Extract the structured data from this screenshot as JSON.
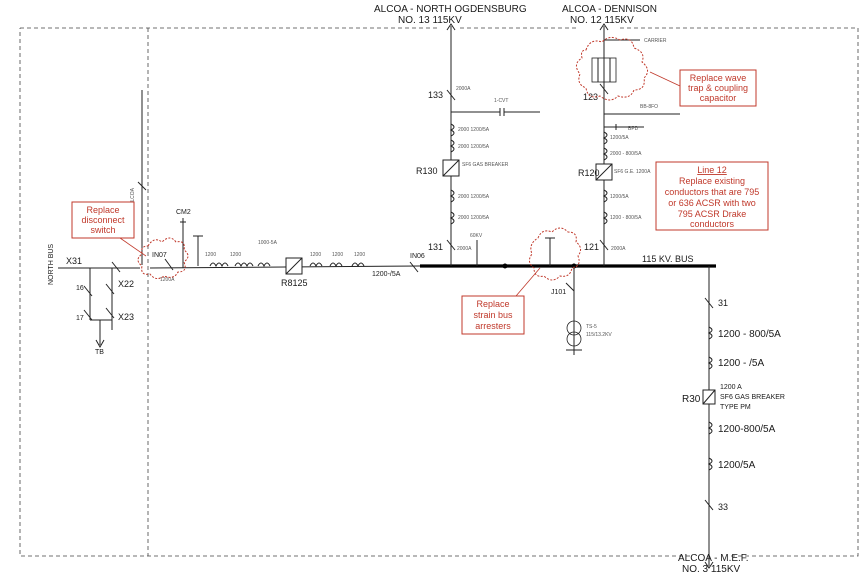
{
  "lines": {
    "north_ogdensburg": {
      "name": "ALCOA - NORTH OGDENSBURG",
      "no": "NO. 13  115KV"
    },
    "dennison": {
      "name": "ALCOA - DENNISON",
      "no": "NO. 12  115KV"
    },
    "mef": {
      "name": "ALCOA - M.E.F.",
      "no": "NO. 3  115KV"
    }
  },
  "bus": {
    "label": "115 KV. BUS",
    "north_bus": "NORTH BUS"
  },
  "callouts": {
    "disconnect": {
      "l1": "Replace",
      "l2": "disconnect",
      "l3": "switch"
    },
    "wave_trap": {
      "l1": "Replace wave",
      "l2": "trap & coupling",
      "l3": "capacitor"
    },
    "line12": {
      "title": "Line 12",
      "l1": "Replace existing",
      "l2": "conductors that are 795",
      "l3": "or 636 ACSR with two",
      "l4": "795 ACSR Drake",
      "l5": "conductors"
    },
    "arresters": {
      "l1": "Replace",
      "l2": "strain bus",
      "l3": "arresters"
    }
  },
  "labels": {
    "x31": "X31",
    "x22": "X22",
    "x23": "X23",
    "n16": "16",
    "n17": "17",
    "tb": "TB",
    "in07": "IN07",
    "cm2": "CM2",
    "r8125": "R8125",
    "in06": "IN06",
    "r130": "R130",
    "n133": "133",
    "n131": "131",
    "r120": "R120",
    "n123": "123",
    "n121": "121",
    "j101": "J101",
    "n31": "31",
    "n33": "33",
    "r30": "R30",
    "ct_a": "1200 - 800/5A",
    "ct_b": "1200 - /5A",
    "breaker_1": "1200 A",
    "breaker_2": "SF6  GAS BREAKER",
    "breaker_3": "TYPE  PM",
    "ct_c": "1200-800/5A",
    "ct_d": "1200/5A",
    "ct_left": "1200-/5A",
    "carrier": "CARRIER"
  }
}
